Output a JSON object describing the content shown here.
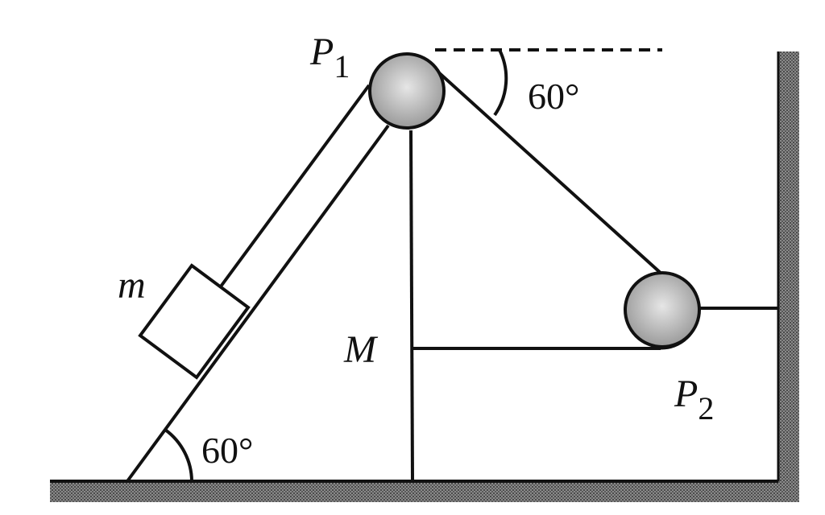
{
  "labels": {
    "pulley_top": {
      "letter": "P",
      "subscript": "1"
    },
    "pulley_right": {
      "letter": "P",
      "subscript": "2"
    },
    "block": "m",
    "triangle": "M",
    "angle_bottom": "60°",
    "angle_top": "60°"
  },
  "colors": {
    "line": "#111111",
    "ground_hatch": "#7a7a7a",
    "pulley_fill": "#b5b5b5",
    "background": "#ffffff"
  }
}
